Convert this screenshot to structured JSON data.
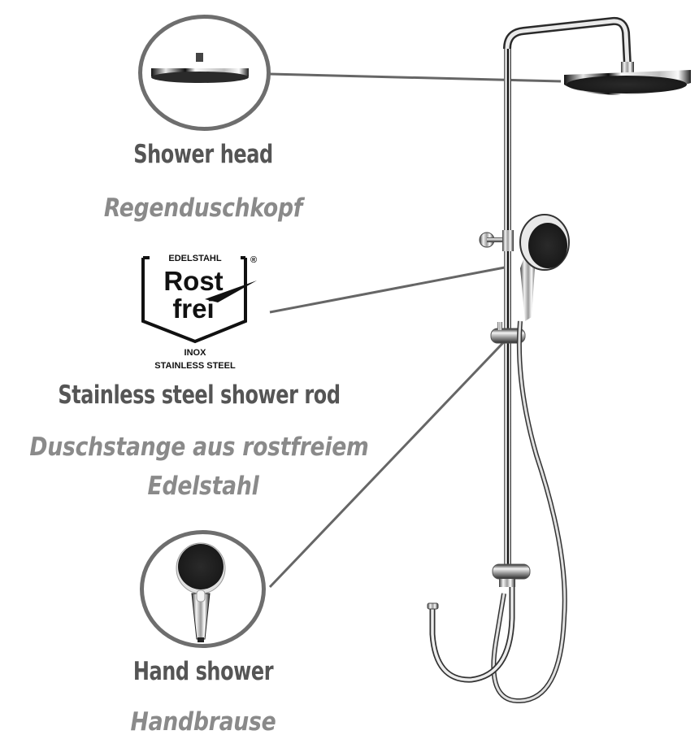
{
  "features": [
    {
      "id": "shower-head",
      "title": "Shower head",
      "subtitle": "Regenduschkopf",
      "icon": "rain-shower-head-icon"
    },
    {
      "id": "shower-rod",
      "title": "Stainless steel shower rod",
      "subtitle_line1": "Duschstange aus rostfreiem",
      "subtitle_line2": "Edelstahl",
      "icon": "rostfrei-badge-icon"
    },
    {
      "id": "hand-shower",
      "title": "Hand shower",
      "subtitle": "Handbrause",
      "icon": "hand-shower-icon"
    }
  ],
  "badge": {
    "top": "EDELSTAHL",
    "registered": "®",
    "line1": "Rost",
    "line2": "frei",
    "inox": "INOX",
    "stainless": "STAINLESS STEEL"
  },
  "colors": {
    "title": "#555555",
    "subtitle": "#8a8a8a",
    "callout_line": "#666666",
    "circle_border": "#6e6e6e",
    "chrome_dark": "#1e1e1e",
    "background": "#ffffff"
  }
}
